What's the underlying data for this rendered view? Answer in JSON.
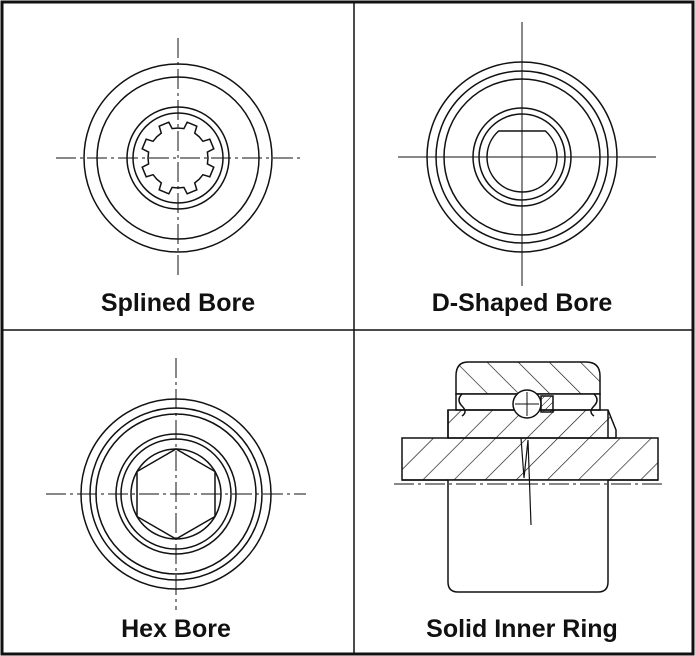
{
  "panels": [
    {
      "key": "splined",
      "label": "Splined Bore"
    },
    {
      "key": "dshaped",
      "label": "D-Shaped Bore"
    },
    {
      "key": "hex",
      "label": "Hex Bore"
    },
    {
      "key": "solid",
      "label": "Solid Inner Ring"
    }
  ],
  "colors": {
    "ink": "#111111",
    "paper": "#ffffff"
  }
}
